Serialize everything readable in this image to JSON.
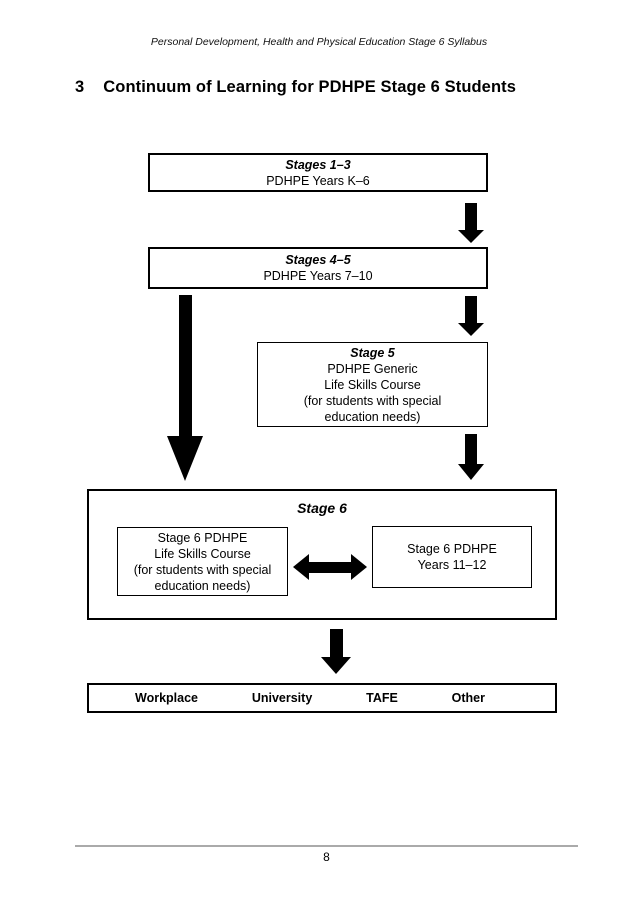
{
  "page": {
    "header": "Personal Development, Health and Physical Education Stage 6 Syllabus",
    "section_number": "3",
    "title": "Continuum of Learning for PDHPE Stage 6 Students",
    "page_number": "8"
  },
  "colors": {
    "text": "#000000",
    "box_border": "#000000",
    "arrow": "#000000",
    "footer_rule": "#aaaaaa",
    "background": "#ffffff"
  },
  "diagram": {
    "stages_1_3": {
      "title": "Stages 1–3",
      "subtitle": "PDHPE Years K–6"
    },
    "stages_4_5": {
      "title": "Stages 4–5",
      "subtitle": "PDHPE Years 7–10"
    },
    "stage_5": {
      "title": "Stage 5",
      "lines": [
        "PDHPE Generic",
        "Life Skills Course",
        "(for students with special",
        "education needs)"
      ]
    },
    "stage_6": {
      "title": "Stage 6",
      "life_skills": {
        "lines": [
          "Stage 6 PDHPE",
          "Life Skills Course",
          "(for students with special",
          "education needs)"
        ]
      },
      "years_11_12": {
        "lines": [
          "Stage 6 PDHPE",
          "Years 11–12"
        ]
      }
    },
    "destinations": {
      "items": [
        "Workplace",
        "University",
        "TAFE",
        "Other"
      ]
    }
  }
}
